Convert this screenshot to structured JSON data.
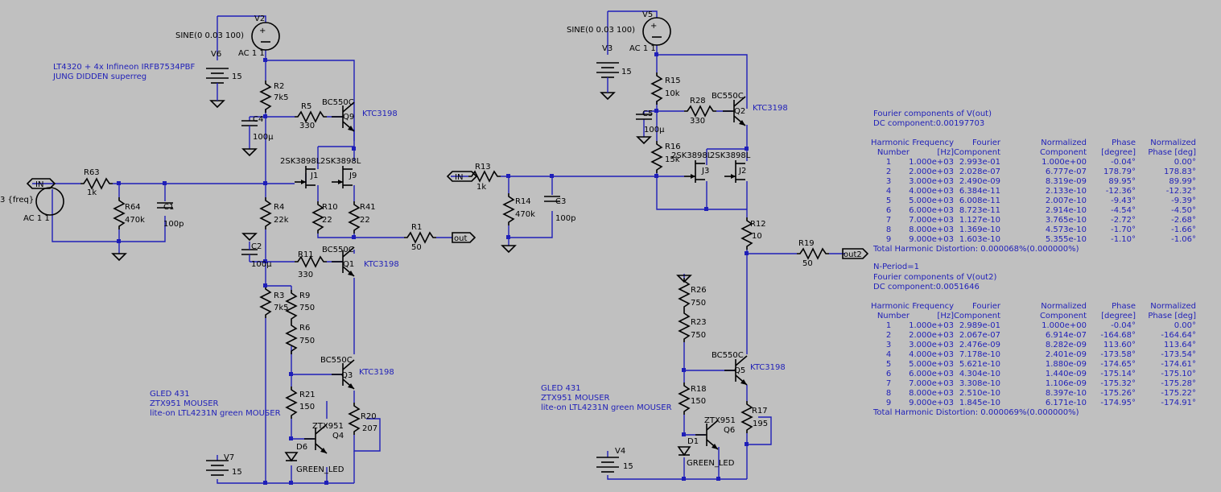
{
  "left": {
    "v2": {
      "name": "V2",
      "sine": "SINE(0 0.03 100)",
      "ac": "AC 1 1"
    },
    "v6": {
      "name": "V6",
      "value": "15"
    },
    "note": [
      "LT4320 + 4x Infineon IRFB7534PBF",
      "JUNG DIDDEN superreg"
    ],
    "input": {
      "name": "IN",
      "source_value": "3 {freq}",
      "source_ac": "AC 1 1"
    },
    "r63": {
      "name": "R63",
      "value": "1k"
    },
    "r64": {
      "name": "R64",
      "value": "470k"
    },
    "c1": {
      "name": "C1",
      "value": "100p"
    },
    "r2": {
      "name": "R2",
      "value": "7k5"
    },
    "r5": {
      "name": "R5",
      "value": "330"
    },
    "c4": {
      "name": "C4",
      "value": "100µ"
    },
    "q9": {
      "name": "Q9",
      "model": "BC550C",
      "alt": "KTC3198"
    },
    "j1": {
      "name": "J1",
      "model": "2SK3898L"
    },
    "j9": {
      "name": "J9",
      "model": "2SK3898L"
    },
    "r10": {
      "name": "R10",
      "value": "22"
    },
    "r41": {
      "name": "R41",
      "value": "22"
    },
    "r1": {
      "name": "R1",
      "value": "50"
    },
    "out": {
      "name": "out"
    },
    "r4": {
      "name": "R4",
      "value": "22k"
    },
    "c2": {
      "name": "C2",
      "value": "100µ"
    },
    "r11": {
      "name": "R11",
      "value": "330"
    },
    "q1": {
      "name": "Q1",
      "model": "BC550C",
      "alt": "KTC3198"
    },
    "r3": {
      "name": "R3",
      "value": "7k5"
    },
    "r9": {
      "name": "R9",
      "value": "750"
    },
    "r6": {
      "name": "R6",
      "value": "750"
    },
    "q3": {
      "name": "Q3",
      "model": "BC550C",
      "alt": "KTC3198"
    },
    "r21": {
      "name": "R21",
      "value": "150"
    },
    "q4": {
      "name": "Q4",
      "model": "ZTX951"
    },
    "r20": {
      "name": "R20",
      "value": "207"
    },
    "d6": {
      "name": "D6",
      "model": "GREEN_LED"
    },
    "v7": {
      "name": "V7",
      "value": "15"
    },
    "note2": [
      "GLED 431",
      "ZTX951  MOUSER",
      "lite-on LTL4231N green MOUSER"
    ]
  },
  "right": {
    "v5": {
      "name": "V5",
      "sine": "SINE(0 0.03 100)",
      "ac": "AC 1 1"
    },
    "v3": {
      "name": "V3",
      "value": "15"
    },
    "r15": {
      "name": "R15",
      "value": "10k"
    },
    "r28": {
      "name": "R28",
      "value": "330"
    },
    "c5": {
      "name": "C5",
      "value": "100µ"
    },
    "q2": {
      "name": "Q2",
      "model": "BC550C",
      "alt": "KTC3198"
    },
    "r16": {
      "name": "R16",
      "value": "15k"
    },
    "j3": {
      "name": "J3",
      "model": "2SK3898L"
    },
    "j2": {
      "name": "J2",
      "model": "2SK3898L"
    },
    "input": {
      "name": "IN"
    },
    "r13": {
      "name": "R13",
      "value": "1k"
    },
    "r14": {
      "name": "R14",
      "value": "470k"
    },
    "c3": {
      "name": "C3",
      "value": "100p"
    },
    "r12": {
      "name": "R12",
      "value": "10"
    },
    "r19": {
      "name": "R19",
      "value": "50"
    },
    "out2": {
      "name": "out2"
    },
    "r26": {
      "name": "R26",
      "value": "750"
    },
    "r23": {
      "name": "R23",
      "value": "750"
    },
    "q5": {
      "name": "Q5",
      "model": "BC550C",
      "alt": "KTC3198"
    },
    "r18": {
      "name": "R18",
      "value": "150"
    },
    "q6": {
      "name": "Q6",
      "model": "ZTX951"
    },
    "r17": {
      "name": "R17",
      "value": "195"
    },
    "d1": {
      "name": "D1",
      "model": "GREEN_LED"
    },
    "v4": {
      "name": "V4",
      "value": "15"
    },
    "note": [
      "GLED 431",
      "ZTX951  MOUSER",
      "lite-on LTL4231N green MOUSER"
    ]
  },
  "fourier1": {
    "title": "Fourier components of V(out)",
    "dc": "DC component:0.00197703",
    "headers": [
      [
        "Harmonic",
        "Number"
      ],
      [
        "Frequency",
        "[Hz]"
      ],
      [
        "Fourier",
        "Component"
      ],
      [
        "Normalized",
        "Component"
      ],
      [
        "Phase",
        "[degree]"
      ],
      [
        "Normalized",
        "Phase [deg]"
      ]
    ],
    "rows": [
      [
        "1",
        "1.000e+03",
        "2.993e-01",
        "1.000e+00",
        "-0.04°",
        "0.00°"
      ],
      [
        "2",
        "2.000e+03",
        "2.028e-07",
        "6.777e-07",
        "178.79°",
        "178.83°"
      ],
      [
        "3",
        "3.000e+03",
        "2.490e-09",
        "8.319e-09",
        "89.95°",
        "89.99°"
      ],
      [
        "4",
        "4.000e+03",
        "6.384e-11",
        "2.133e-10",
        "-12.36°",
        "-12.32°"
      ],
      [
        "5",
        "5.000e+03",
        "6.008e-11",
        "2.007e-10",
        "-9.43°",
        "-9.39°"
      ],
      [
        "6",
        "6.000e+03",
        "8.723e-11",
        "2.914e-10",
        "-4.54°",
        "-4.50°"
      ],
      [
        "7",
        "7.000e+03",
        "1.127e-10",
        "3.765e-10",
        "-2.72°",
        "-2.68°"
      ],
      [
        "8",
        "8.000e+03",
        "1.369e-10",
        "4.573e-10",
        "-1.70°",
        "-1.66°"
      ],
      [
        "9",
        "9.000e+03",
        "1.603e-10",
        "5.355e-10",
        "-1.10°",
        "-1.06°"
      ]
    ],
    "thd": "Total Harmonic Distortion: 0.000068%(0.000000%)"
  },
  "fourier2": {
    "nperiod": "N-Period=1",
    "title": "Fourier components of V(out2)",
    "dc": "DC component:0.0051646",
    "headers": [
      [
        "Harmonic",
        "Number"
      ],
      [
        "Frequency",
        "[Hz]"
      ],
      [
        "Fourier",
        "Component"
      ],
      [
        "Normalized",
        "Component"
      ],
      [
        "Phase",
        "[degree]"
      ],
      [
        "Normalized",
        "Phase [deg]"
      ]
    ],
    "rows": [
      [
        "1",
        "1.000e+03",
        "2.989e-01",
        "1.000e+00",
        "-0.04°",
        "0.00°"
      ],
      [
        "2",
        "2.000e+03",
        "2.067e-07",
        "6.914e-07",
        "-164.68°",
        "-164.64°"
      ],
      [
        "3",
        "3.000e+03",
        "2.476e-09",
        "8.282e-09",
        "113.60°",
        "113.64°"
      ],
      [
        "4",
        "4.000e+03",
        "7.178e-10",
        "2.401e-09",
        "-173.58°",
        "-173.54°"
      ],
      [
        "5",
        "5.000e+03",
        "5.621e-10",
        "1.880e-09",
        "-174.65°",
        "-174.61°"
      ],
      [
        "6",
        "6.000e+03",
        "4.304e-10",
        "1.440e-09",
        "-175.14°",
        "-175.10°"
      ],
      [
        "7",
        "7.000e+03",
        "3.308e-10",
        "1.106e-09",
        "-175.32°",
        "-175.28°"
      ],
      [
        "8",
        "8.000e+03",
        "2.510e-10",
        "8.397e-10",
        "-175.26°",
        "-175.22°"
      ],
      [
        "9",
        "9.000e+03",
        "1.845e-10",
        "6.171e-10",
        "-174.95°",
        "-174.91°"
      ]
    ],
    "thd": "Total Harmonic Distortion: 0.000069%(0.000000%)"
  }
}
